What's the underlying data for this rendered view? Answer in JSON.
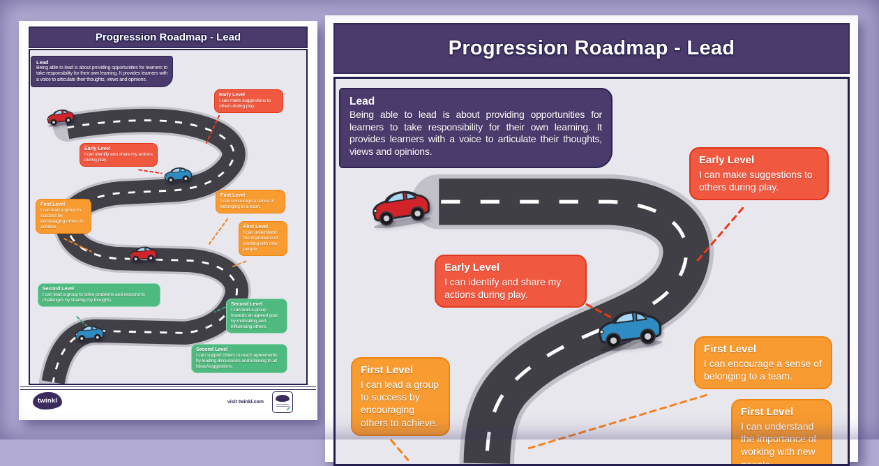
{
  "poster": {
    "title": "Progression Roadmap - Lead",
    "intro_heading": "Lead",
    "intro_body": "Being able to lead is about providing opportunities for learners to take responsibility for their own learning. It provides learners with a voice to articulate their thoughts, views and opinions.",
    "callouts": [
      {
        "id": "early-suggestions",
        "level": "Early Level",
        "text": "I can make suggestions to others during play."
      },
      {
        "id": "early-identify",
        "level": "Early Level",
        "text": "I can identify and share my actions during play."
      },
      {
        "id": "first-lead-group",
        "level": "First Level",
        "text": "I can lead a group to success by encouraging others to achieve."
      },
      {
        "id": "first-belonging",
        "level": "First Level",
        "text": "I can encourage a sense of belonging to a team."
      },
      {
        "id": "first-new-people",
        "level": "First Level",
        "text": "I can understand the importance of working with new people."
      },
      {
        "id": "second-solve",
        "level": "Second Level",
        "text": "I can lead a group to solve problems and respond to challenges by sharing my thoughts."
      },
      {
        "id": "second-goal",
        "level": "Second Level",
        "text": "I can lead a group towards an agreed goal by motivating and influencing others."
      },
      {
        "id": "second-agreements",
        "level": "Second Level",
        "text": "I can support others to reach agreements by leading discussions and listening to all ideas/suggestions."
      }
    ],
    "footer": {
      "logo_text": "twinkl",
      "visit_text": "visit twinkl.com",
      "badge_check": "✓"
    },
    "colors": {
      "backdrop": "#b2acd4",
      "page-bg": "#ffffff",
      "header-purple": "#4b3a6c",
      "navy": "#221e4e",
      "content-bg": "#e9e7ee",
      "early-fill": "#f15840",
      "early-border": "#e0371c",
      "first-fill": "#f89b30",
      "first-border": "#ee8414",
      "second-fill": "#4fba80",
      "second-border": "#8ad6ae",
      "road-surface": "#403f45",
      "road-casing": "#c2c1c9",
      "road-line": "#ffffff",
      "car-red": "#d2232a",
      "car-blue": "#2f8cc3",
      "connector-early": "#e8391b",
      "connector-first": "#f5821f",
      "connector-second": "#35a98b"
    }
  }
}
